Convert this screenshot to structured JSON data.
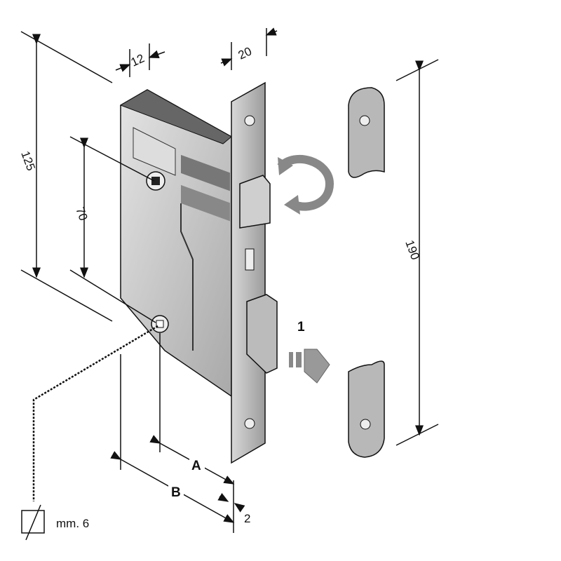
{
  "diagram": {
    "dimensions": {
      "overall_height": "125",
      "handle_to_key": "70",
      "body_thickness": "12",
      "faceplate_width": "20",
      "faceplate_length": "190",
      "latch_offset": "2",
      "backset_a": "A",
      "backset_b": "B"
    },
    "latch_direction_label": "1",
    "spindle_size": "mm. 6",
    "colors": {
      "metal": "#c9c9c9",
      "metal_dark": "#8a8a8a",
      "line": "#111111"
    }
  }
}
